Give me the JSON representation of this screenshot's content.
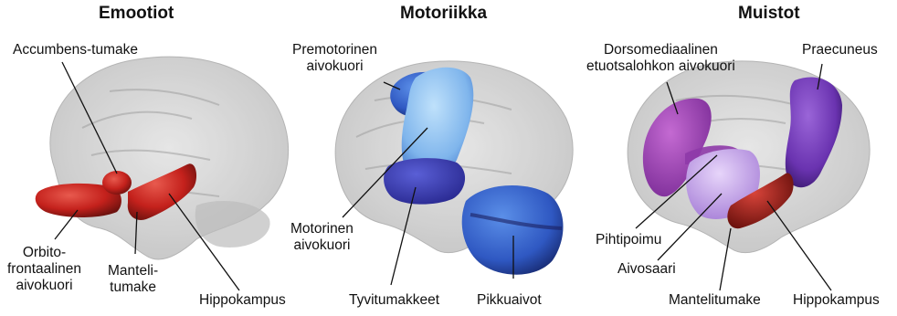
{
  "panels": [
    {
      "title": "Emootiot",
      "labels": {
        "accumbens": "Accumbens-tumake",
        "orbito": "Orbito-\nfrontaalinen\naivokuori",
        "manteli": "Manteli-\ntumake",
        "hippo": "Hippokampus"
      }
    },
    {
      "title": "Motoriikka",
      "labels": {
        "premotor": "Premotorinen\naivokuori",
        "motor": "Motorinen\naivokuori",
        "tyvi": "Tyvitumakkeet",
        "pikku": "Pikkuaivot"
      }
    },
    {
      "title": "Muistot",
      "labels": {
        "dorso": "Dorsomediaalinen\netuotsalohkon aivokuori",
        "praecuneus": "Praecuneus",
        "pihti": "Pihtipoimu",
        "aivosaari": "Aivosaari",
        "mantelitumake": "Mantelitumake",
        "hippo": "Hippokampus"
      }
    }
  ],
  "colors": {
    "brain": "#c8c8c8",
    "emotion_red": "#c8231f",
    "motor_blue": "#3a62c9",
    "motor_light": "#8fc4f0",
    "motor_dark": "#3b3fb3",
    "memory_purple": "#7a3fb8",
    "memory_magenta": "#a244b5",
    "memory_lavender": "#c7a8ec",
    "memory_red": "#a8221c"
  }
}
